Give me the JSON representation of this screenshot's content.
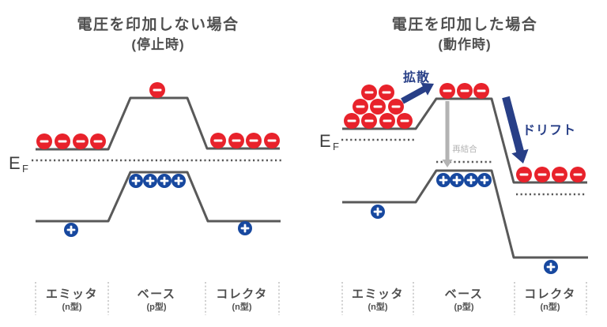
{
  "colors": {
    "electron": "#e8222b",
    "hole": "#17489f",
    "annotation": "#283f87",
    "band_line": "#595959",
    "recombination_gray": "#b3b3b3",
    "label_text": "#4f4f4f",
    "ef_text": "#3d3d3d",
    "divider": "#c4c4c4",
    "background": "#ffffff"
  },
  "left_panel": {
    "title": "電圧を印加しない場合",
    "subtitle": "(停止時)",
    "ef": {
      "main": "E",
      "sub": "F"
    },
    "regions": [
      {
        "name": "エミッタ",
        "doping": "(n型)"
      },
      {
        "name": "ベース",
        "doping": "(p型)"
      },
      {
        "name": "コレクタ",
        "doping": "(n型)"
      }
    ]
  },
  "right_panel": {
    "title": "電圧を印加した場合",
    "subtitle": "(動作時)",
    "ef": {
      "main": "E",
      "sub": "F"
    },
    "annotations": {
      "diffusion": "拡散",
      "drift": "ドリフト",
      "recombination": "再結合"
    },
    "regions": [
      {
        "name": "エミッタ",
        "doping": "(n型)"
      },
      {
        "name": "ベース",
        "doping": "(p型)"
      },
      {
        "name": "コレクタ",
        "doping": "(n型)"
      }
    ]
  }
}
